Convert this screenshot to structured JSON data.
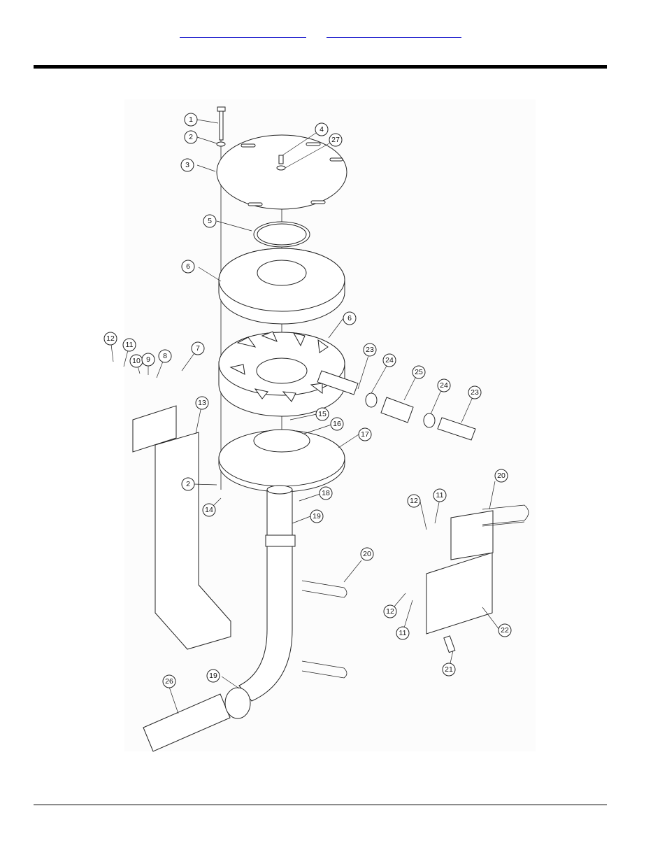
{
  "header": {
    "link_left": "",
    "link_right": ""
  },
  "callouts": [
    {
      "id": "c1",
      "label": "1"
    },
    {
      "id": "c2a",
      "label": "2"
    },
    {
      "id": "c3",
      "label": "3"
    },
    {
      "id": "c4",
      "label": "4"
    },
    {
      "id": "c27",
      "label": "27"
    },
    {
      "id": "c5",
      "label": "5"
    },
    {
      "id": "c6a",
      "label": "6"
    },
    {
      "id": "c6b",
      "label": "6"
    },
    {
      "id": "c12a",
      "label": "12"
    },
    {
      "id": "c11a",
      "label": "11"
    },
    {
      "id": "c10",
      "label": "10"
    },
    {
      "id": "c9",
      "label": "9"
    },
    {
      "id": "c8",
      "label": "8"
    },
    {
      "id": "c7",
      "label": "7"
    },
    {
      "id": "c23a",
      "label": "23"
    },
    {
      "id": "c24a",
      "label": "24"
    },
    {
      "id": "c25",
      "label": "25"
    },
    {
      "id": "c24b",
      "label": "24"
    },
    {
      "id": "c23b",
      "label": "23"
    },
    {
      "id": "c13",
      "label": "13"
    },
    {
      "id": "c15",
      "label": "15"
    },
    {
      "id": "c16",
      "label": "16"
    },
    {
      "id": "c17",
      "label": "17"
    },
    {
      "id": "c2b",
      "label": "2"
    },
    {
      "id": "c14",
      "label": "14"
    },
    {
      "id": "c18",
      "label": "18"
    },
    {
      "id": "c19a",
      "label": "19"
    },
    {
      "id": "c20a",
      "label": "20"
    },
    {
      "id": "c20b",
      "label": "20"
    },
    {
      "id": "c12b",
      "label": "12"
    },
    {
      "id": "c11b",
      "label": "11"
    },
    {
      "id": "c12c",
      "label": "12"
    },
    {
      "id": "c11c",
      "label": "11"
    },
    {
      "id": "c22",
      "label": "22"
    },
    {
      "id": "c21",
      "label": "21"
    },
    {
      "id": "c19b",
      "label": "19"
    },
    {
      "id": "c26",
      "label": "26"
    }
  ]
}
